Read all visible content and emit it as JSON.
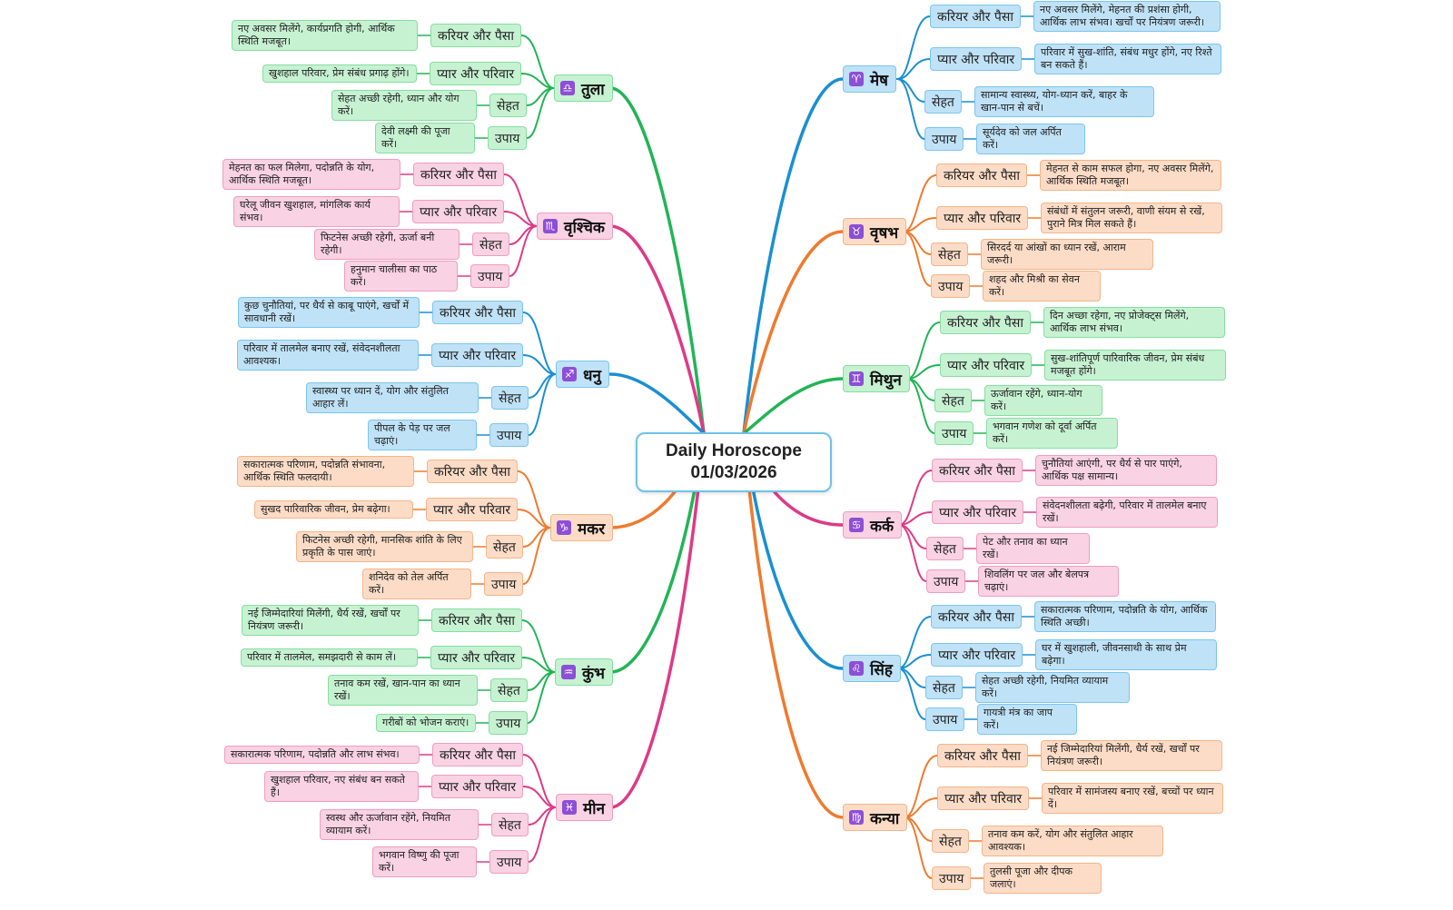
{
  "center": {
    "title": "Daily Horoscope",
    "date": "01/03/2026"
  },
  "colors": {
    "green": {
      "line": "#22b456",
      "fill": "#c6f2d2",
      "border": "#86dea0"
    },
    "pink": {
      "line": "#dd3a87",
      "fill": "#f9d2e3",
      "border": "#ee9ec1"
    },
    "blue": {
      "line": "#1a8fd1",
      "fill": "#bfe2f7",
      "border": "#7cc6ec"
    },
    "orange": {
      "line": "#ef7a2e",
      "fill": "#fcdcc6",
      "border": "#f4b58a"
    }
  },
  "signs": [
    {
      "id": "mesh",
      "name": "मेष",
      "glyph": "♈",
      "color": "blue",
      "side": "right",
      "items": [
        {
          "cat": "करियर और पैसा",
          "desc": "नए अवसर मिलेंगे, मेहनत की प्रशंसा होगी, आर्थिक लाभ संभव। खर्चों पर नियंत्रण जरूरी।"
        },
        {
          "cat": "प्यार और परिवार",
          "desc": "परिवार में सुख-शांति, संबंध मधुर होंगे, नए रिश्ते बन सकते हैं।"
        },
        {
          "cat": "सेहत",
          "desc": "सामान्य स्वास्थ्य, योग-ध्यान करें, बाहर के खान-पान से बचें।"
        },
        {
          "cat": "उपाय",
          "desc": "सूर्यदेव को जल अर्पित करें।"
        }
      ]
    },
    {
      "id": "vrishabh",
      "name": "वृषभ",
      "glyph": "♉",
      "color": "orange",
      "side": "right",
      "items": [
        {
          "cat": "करियर और पैसा",
          "desc": "मेहनत से काम सफल होगा, नए अवसर मिलेंगे, आर्थिक स्थिति मजबूत।"
        },
        {
          "cat": "प्यार और परिवार",
          "desc": "संबंधों में संतुलन जरूरी, वाणी संयम से रखें, पुराने मित्र मिल सकते हैं।"
        },
        {
          "cat": "सेहत",
          "desc": "सिरदर्द या आंखों का ध्यान रखें, आराम जरूरी।"
        },
        {
          "cat": "उपाय",
          "desc": "शहद और मिश्री का सेवन करें।"
        }
      ]
    },
    {
      "id": "mithun",
      "name": "मिथुन",
      "glyph": "♊",
      "color": "green",
      "side": "right",
      "items": [
        {
          "cat": "करियर और पैसा",
          "desc": "दिन अच्छा रहेगा, नए प्रोजेक्ट्स मिलेंगे, आर्थिक लाभ संभव।"
        },
        {
          "cat": "प्यार और परिवार",
          "desc": "सुख-शांतिपूर्ण पारिवारिक जीवन, प्रेम संबंध मजबूत होंगे।"
        },
        {
          "cat": "सेहत",
          "desc": "ऊर्जावान रहेंगे, ध्यान-योग करें।"
        },
        {
          "cat": "उपाय",
          "desc": "भगवान गणेश को दूर्वा अर्पित करें।"
        }
      ]
    },
    {
      "id": "kark",
      "name": "कर्क",
      "glyph": "♋",
      "color": "pink",
      "side": "right",
      "items": [
        {
          "cat": "करियर और पैसा",
          "desc": "चुनौतियां आएंगी, पर धैर्य से पार पाएंगे, आर्थिक पक्ष सामान्य।"
        },
        {
          "cat": "प्यार और परिवार",
          "desc": "संवेदनशीलता बढ़ेगी, परिवार में तालमेल बनाए रखें।"
        },
        {
          "cat": "सेहत",
          "desc": "पेट और तनाव का ध्यान रखें।"
        },
        {
          "cat": "उपाय",
          "desc": "शिवलिंग पर जल और बेलपत्र चढ़ाएं।"
        }
      ]
    },
    {
      "id": "simha",
      "name": "सिंह",
      "glyph": "♌",
      "color": "blue",
      "side": "right",
      "items": [
        {
          "cat": "करियर और पैसा",
          "desc": "सकारात्मक परिणाम, पदोन्नति के योग, आर्थिक स्थिति अच्छी।"
        },
        {
          "cat": "प्यार और परिवार",
          "desc": "घर में खुशहाली, जीवनसाथी के साथ प्रेम बढ़ेगा।"
        },
        {
          "cat": "सेहत",
          "desc": "सेहत अच्छी रहेगी, नियमित व्यायाम करें।"
        },
        {
          "cat": "उपाय",
          "desc": "गायत्री मंत्र का जाप करें।"
        }
      ]
    },
    {
      "id": "kanya",
      "name": "कन्या",
      "glyph": "♍",
      "color": "orange",
      "side": "right",
      "items": [
        {
          "cat": "करियर और पैसा",
          "desc": "नई जिम्मेदारियां मिलेंगी, धैर्य रखें, खर्चों पर नियंत्रण जरूरी।"
        },
        {
          "cat": "प्यार और परिवार",
          "desc": "परिवार में सामंजस्य बनाए रखें, बच्चों पर ध्यान दें।"
        },
        {
          "cat": "सेहत",
          "desc": "तनाव कम करें, योग और संतुलित आहार आवश्यक।"
        },
        {
          "cat": "उपाय",
          "desc": "तुलसी पूजा और दीपक जलाएं।"
        }
      ]
    },
    {
      "id": "tula",
      "name": "तुला",
      "glyph": "♎",
      "color": "green",
      "side": "left",
      "items": [
        {
          "cat": "करियर और पैसा",
          "desc": "नए अवसर मिलेंगे, कार्यप्रगति होगी, आर्थिक स्थिति मजबूत।"
        },
        {
          "cat": "प्यार और परिवार",
          "desc": "खुशहाल परिवार, प्रेम संबंध प्रगाढ़ होंगे।"
        },
        {
          "cat": "सेहत",
          "desc": "सेहत अच्छी रहेगी, ध्यान और योग करें।"
        },
        {
          "cat": "उपाय",
          "desc": "देवी लक्ष्मी की पूजा करें।"
        }
      ]
    },
    {
      "id": "vrishchik",
      "name": "वृश्चिक",
      "glyph": "♏",
      "color": "pink",
      "side": "left",
      "items": [
        {
          "cat": "करियर और पैसा",
          "desc": "मेहनत का फल मिलेगा, पदोन्नति के योग, आर्थिक स्थिति मजबूत।"
        },
        {
          "cat": "प्यार और परिवार",
          "desc": "घरेलू जीवन खुशहाल, मांगलिक कार्य संभव।"
        },
        {
          "cat": "सेहत",
          "desc": "फिटनेस अच्छी रहेगी, ऊर्जा बनी रहेगी।"
        },
        {
          "cat": "उपाय",
          "desc": "हनुमान चालीसा का पाठ करें।"
        }
      ]
    },
    {
      "id": "dhanu",
      "name": "धनु",
      "glyph": "♐",
      "color": "blue",
      "side": "left",
      "items": [
        {
          "cat": "करियर और पैसा",
          "desc": "कुछ चुनौतियां, पर धैर्य से काबू पाएंगे, खर्चों में सावधानी रखें।"
        },
        {
          "cat": "प्यार और परिवार",
          "desc": "परिवार में तालमेल बनाए रखें, संवेदनशीलता आवश्यक।"
        },
        {
          "cat": "सेहत",
          "desc": "स्वास्थ्य पर ध्यान दें, योग और संतुलित आहार लें।"
        },
        {
          "cat": "उपाय",
          "desc": "पीपल के पेड़ पर जल चढ़ाएं।"
        }
      ]
    },
    {
      "id": "makar",
      "name": "मकर",
      "glyph": "♑",
      "color": "orange",
      "side": "left",
      "items": [
        {
          "cat": "करियर और पैसा",
          "desc": "सकारात्मक परिणाम, पदोन्नति संभावना, आर्थिक स्थिति फलदायी।"
        },
        {
          "cat": "प्यार और परिवार",
          "desc": "सुखद पारिवारिक जीवन, प्रेम बढ़ेगा।"
        },
        {
          "cat": "सेहत",
          "desc": "फिटनेस अच्छी रहेगी, मानसिक शांति के लिए प्रकृति के पास जाएं।"
        },
        {
          "cat": "उपाय",
          "desc": "शनिदेव को तेल अर्पित करें।"
        }
      ]
    },
    {
      "id": "kumbh",
      "name": "कुंभ",
      "glyph": "♒",
      "color": "green",
      "side": "left",
      "items": [
        {
          "cat": "करियर और पैसा",
          "desc": "नई जिम्मेदारियां मिलेंगी, धैर्य रखें, खर्चों पर नियंत्रण जरूरी।"
        },
        {
          "cat": "प्यार और परिवार",
          "desc": "परिवार में तालमेल, समझदारी से काम लें।"
        },
        {
          "cat": "सेहत",
          "desc": "तनाव कम रखें, खान-पान का ध्यान रखें।"
        },
        {
          "cat": "उपाय",
          "desc": "गरीबों को भोजन कराएं।"
        }
      ]
    },
    {
      "id": "meen",
      "name": "मीन",
      "glyph": "♓",
      "color": "pink",
      "side": "left",
      "items": [
        {
          "cat": "करियर और पैसा",
          "desc": "सकारात्मक परिणाम, पदोन्नति और लाभ संभव।"
        },
        {
          "cat": "प्यार और परिवार",
          "desc": "खुशहाल परिवार, नए संबंध बन सकते हैं।"
        },
        {
          "cat": "सेहत",
          "desc": "स्वस्थ और ऊर्जावान रहेंगे, नियमित व्यायाम करें।"
        },
        {
          "cat": "उपाय",
          "desc": "भगवान विष्णु की पूजा करें।"
        }
      ]
    }
  ]
}
